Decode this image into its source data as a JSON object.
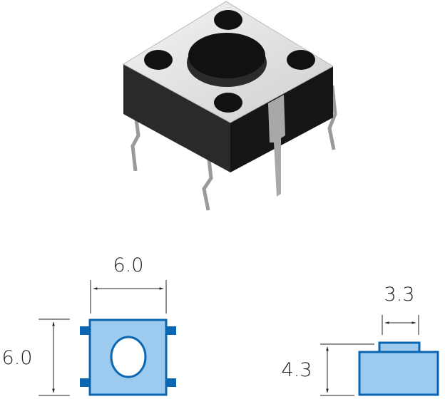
{
  "top_view": {
    "width_label": "6.0",
    "height_label": "6.0"
  },
  "side_view": {
    "button_width_label": "3.3",
    "height_label": "4.3"
  },
  "colors": {
    "fill": "#9ccbef",
    "stroke": "#0a66b0",
    "body": "#1c1c1c",
    "top": "#e8e8e8"
  }
}
